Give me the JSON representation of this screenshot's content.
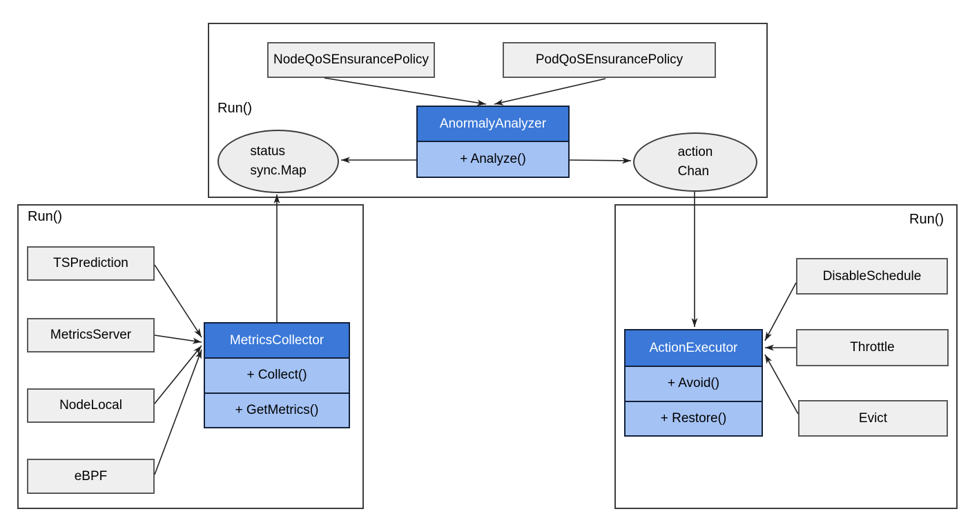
{
  "colors": {
    "class_header_bg": "#3b78d8",
    "class_header_text": "#ffffff",
    "class_body_bg": "#a4c2f4",
    "class_border": "#14213a",
    "box_bg": "#efefef",
    "box_border": "#595959",
    "panel_border": "#3c3c3c",
    "ellipse_bg": "#ededed",
    "ellipse_border": "#3c3c3c",
    "arrow": "#212121",
    "text": "#000000"
  },
  "analyzer_panel": {
    "run_label": "Run()",
    "policies": [
      "NodeQoSEnsurancePolicy",
      "PodQoSEnsurancePolicy"
    ],
    "class": {
      "name": "AnormalyAnalyzer",
      "methods": [
        "+ Analyze()"
      ]
    },
    "status_store": {
      "line1": "status",
      "line2": "sync.Map"
    },
    "action_channel": {
      "line1": "action",
      "line2": "Chan"
    }
  },
  "collector_panel": {
    "run_label": "Run()",
    "sources": [
      "TSPrediction",
      "MetricsServer",
      "NodeLocal",
      "eBPF"
    ],
    "class": {
      "name": "MetricsCollector",
      "methods": [
        "+ Collect()",
        "+ GetMetrics()"
      ]
    }
  },
  "executor_panel": {
    "run_label": "Run()",
    "actions": [
      "DisableSchedule",
      "Throttle",
      "Evict"
    ],
    "class": {
      "name": "ActionExecutor",
      "methods": [
        "+ Avoid()",
        "+ Restore()"
      ]
    }
  }
}
